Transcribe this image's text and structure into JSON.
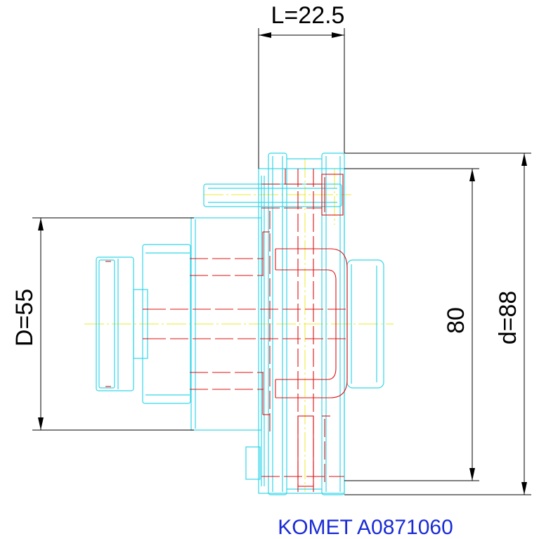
{
  "dimensions": {
    "length_label": "L=22.5",
    "outer_label": "d=88",
    "inner_label": "80",
    "shank_label": "D=55"
  },
  "caption": "KOMET A0871060",
  "colors": {
    "outline": "#33d6e8",
    "hidden": "#e01010",
    "centerline": "#ece830",
    "dimension": "#000000",
    "caption": "#1a2bd6"
  }
}
